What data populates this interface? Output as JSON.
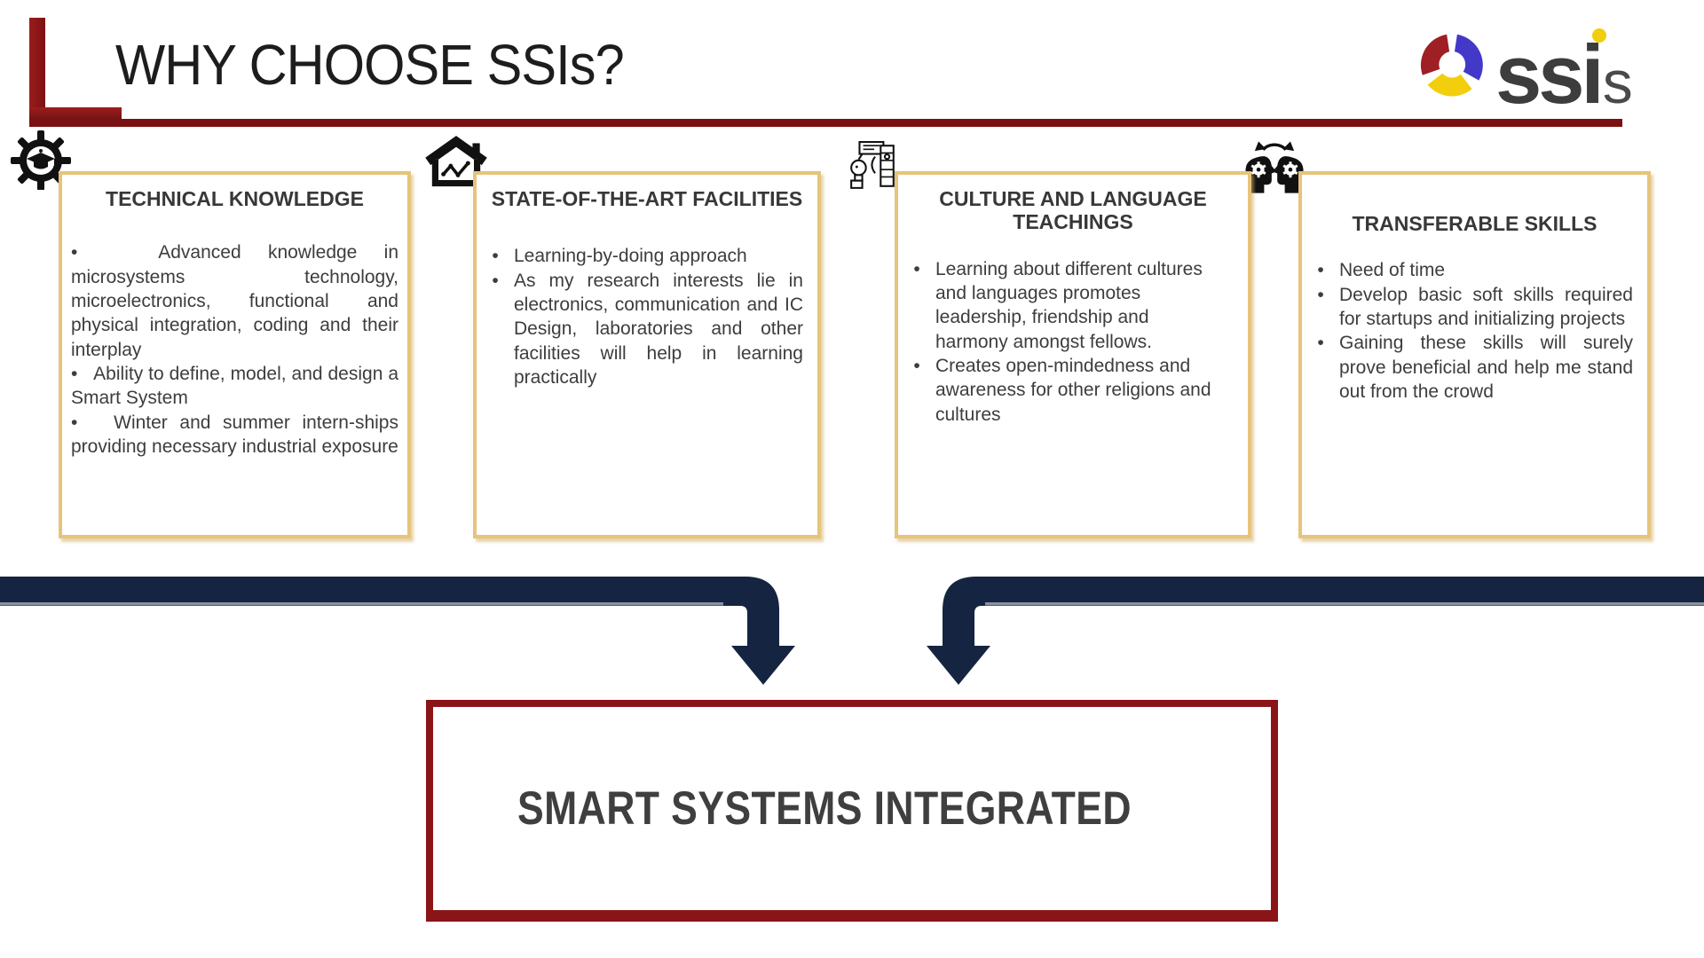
{
  "slide": {
    "title": "WHY CHOOSE SSIs?",
    "logo": {
      "main": "ssi",
      "small": "s"
    },
    "cards": [
      {
        "icon": "gear-graduation-cap",
        "title": "TECHNICAL KNOWLEDGE",
        "bullets": [
          "Advanced knowledge in microsystems technology, microelectronics, functional and physical integration, coding and their interplay",
          "Ability to define, model, and design a Smart System",
          "Winter and summer intern-ships providing necessary industrial exposure"
        ]
      },
      {
        "icon": "house-growth-chart",
        "title": "STATE-OF-THE-ART FACILITIES",
        "bullets": [
          "Learning-by-doing approach",
          "As my research interests lie in electronics, communication and IC Design, laboratories and other facilities will help in learning practically"
        ]
      },
      {
        "icon": "culture-language-pictogram",
        "title": "CULTURE AND LANGUAGE TEACHINGS",
        "bullets": [
          "Learning about different cultures and languages promotes leadership, friendship and harmony amongst fellows.",
          "Creates open-mindedness and awareness for other religions and cultures"
        ]
      },
      {
        "icon": "knowledge-transfer-heads",
        "title": "TRANSFERABLE SKILLS",
        "bullets": [
          "Need of time",
          "Develop basic soft skills required for startups and initializing projects",
          "Gaining these skills will surely prove beneficial and help me stand out from the crowd"
        ]
      }
    ],
    "result": {
      "label": "SMART SYSTEMS INTEGRATED"
    },
    "colors": {
      "accent_red": "#7a1113",
      "gold_border": "#e6c47b",
      "navy_arrow": "#152440",
      "body_text": "#3d3d3d",
      "logo_red": "#9e1f24",
      "logo_blue": "#4438c9",
      "logo_yellow": "#f2ce0d"
    }
  }
}
